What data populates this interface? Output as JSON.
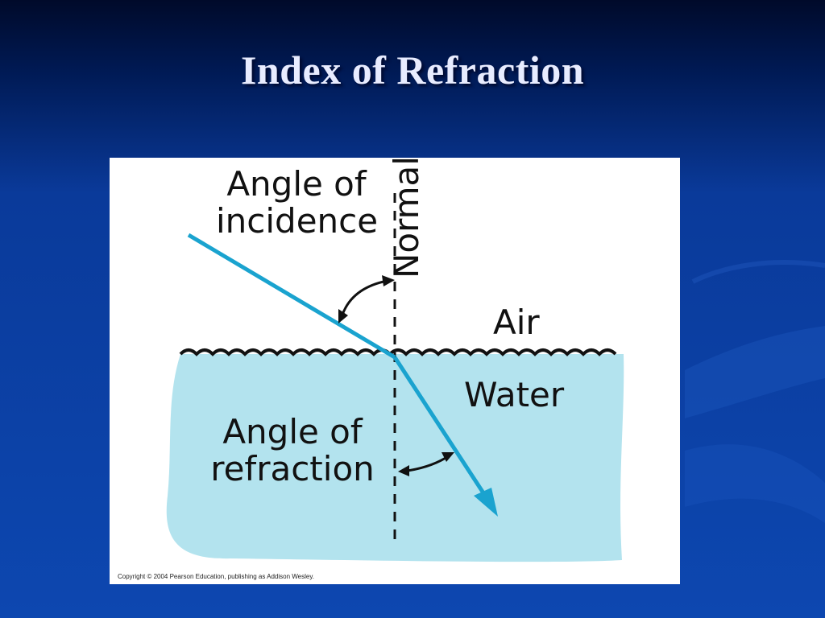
{
  "slide": {
    "title": "Index of Refraction"
  },
  "diagram": {
    "labels": {
      "angle_of_incidence_line1": "Angle of",
      "angle_of_incidence_line2": "incidence",
      "normal": "Normal",
      "air": "Air",
      "water": "Water",
      "angle_of_refraction_line1": "Angle of",
      "angle_of_refraction_line2": "refraction"
    },
    "copyright": "Copyright © 2004 Pearson Education, publishing as Addison Wesley.",
    "colors": {
      "ray": "#1aa3cf",
      "water": "#b3e3ee",
      "ink": "#111111"
    }
  }
}
